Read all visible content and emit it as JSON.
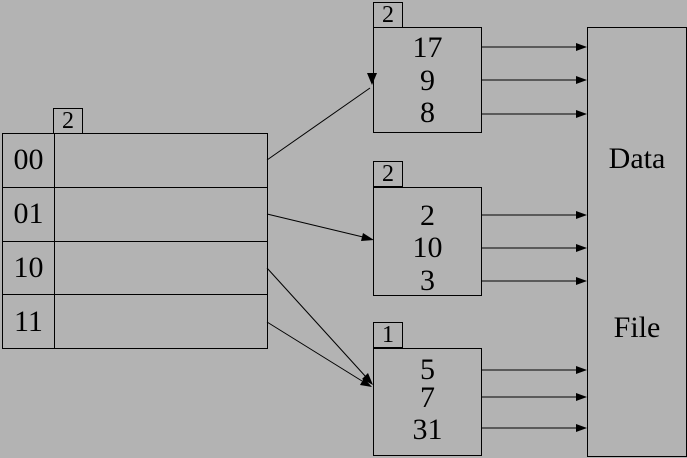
{
  "figure": {
    "title": "extendible-hashing-diagram",
    "background_color": "#b3b3b3",
    "line_color": "#000000"
  },
  "directory": {
    "depth_label": "2",
    "rows": [
      {
        "label": "00"
      },
      {
        "label": "01"
      },
      {
        "label": "10"
      },
      {
        "label": "11"
      }
    ]
  },
  "buckets": [
    {
      "depth_label": "2",
      "values": [
        "17",
        "9",
        "8"
      ]
    },
    {
      "depth_label": "2",
      "values": [
        "2",
        "10",
        "3"
      ]
    },
    {
      "depth_label": "1",
      "values": [
        "5",
        "7",
        "31"
      ]
    }
  ],
  "data_file": {
    "label_line1": "Data",
    "label_line2": "File"
  }
}
